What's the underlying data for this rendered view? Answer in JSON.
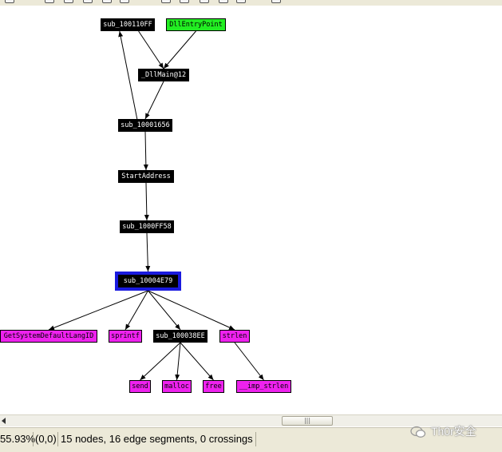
{
  "graph": {
    "nodes": [
      {
        "id": "sub_100110FF",
        "label": "sub_100110FF",
        "style": "black"
      },
      {
        "id": "DllEntryPoint",
        "label": "DllEntryPoint",
        "style": "green"
      },
      {
        "id": "DllMain12",
        "label": "_DllMain@12",
        "style": "black"
      },
      {
        "id": "sub_10001656",
        "label": "sub_10001656",
        "style": "black"
      },
      {
        "id": "StartAddress",
        "label": "StartAddress",
        "style": "black"
      },
      {
        "id": "sub_1000FF58",
        "label": "sub_1000FF58",
        "style": "black"
      },
      {
        "id": "sub_10004E79",
        "label": "sub_10004E79",
        "style": "selected"
      },
      {
        "id": "GetSystemDefaultLangID",
        "label": "GetSystemDefaultLangID",
        "style": "magenta"
      },
      {
        "id": "sprintf",
        "label": "sprintf",
        "style": "magenta"
      },
      {
        "id": "sub_100038EE",
        "label": "sub_100038EE",
        "style": "black"
      },
      {
        "id": "strlen",
        "label": "strlen",
        "style": "magenta"
      },
      {
        "id": "send",
        "label": "send",
        "style": "magenta"
      },
      {
        "id": "malloc",
        "label": "malloc",
        "style": "magenta"
      },
      {
        "id": "free",
        "label": "free",
        "style": "magenta"
      },
      {
        "id": "imp_strlen",
        "label": "__imp_strlen",
        "style": "magenta"
      }
    ],
    "edges": [
      [
        "sub_100110FF",
        "DllMain12"
      ],
      [
        "DllEntryPoint",
        "DllMain12"
      ],
      [
        "DllMain12",
        "sub_10001656"
      ],
      [
        "sub_10001656",
        "sub_100110FF"
      ],
      [
        "sub_10001656",
        "StartAddress"
      ],
      [
        "StartAddress",
        "sub_1000FF58"
      ],
      [
        "sub_1000FF58",
        "sub_10004E79"
      ],
      [
        "sub_10004E79",
        "GetSystemDefaultLangID"
      ],
      [
        "sub_10004E79",
        "sprintf"
      ],
      [
        "sub_10004E79",
        "sub_100038EE"
      ],
      [
        "sub_10004E79",
        "strlen"
      ],
      [
        "sub_100038EE",
        "send"
      ],
      [
        "sub_100038EE",
        "malloc"
      ],
      [
        "sub_100038EE",
        "free"
      ],
      [
        "strlen",
        "imp_strlen"
      ]
    ]
  },
  "scrollbar": {
    "thumb_grip": "|||"
  },
  "status": {
    "zoom": "55.93%",
    "position": "(0,0)",
    "summary": "15 nodes, 16 edge segments, 0 crossings"
  },
  "watermark": {
    "text": "Th0r安全"
  },
  "colors": {
    "black_node": "#000000",
    "entry_node": "#22ee22",
    "import_node": "#ee22ee",
    "selection": "#1a1adf"
  }
}
